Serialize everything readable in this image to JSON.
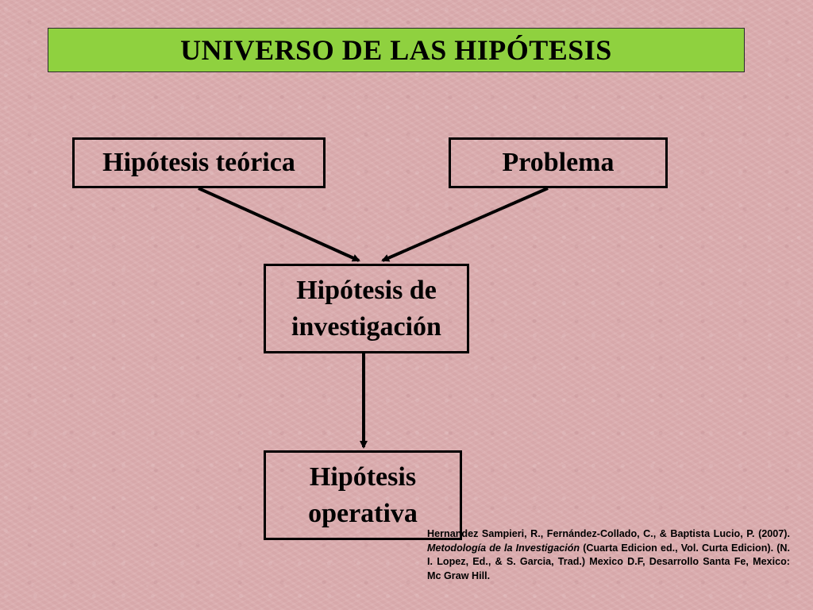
{
  "title": "UNIVERSO DE LAS HIPÓTESIS",
  "nodes": {
    "hipotesis_teorica": "Hipótesis teórica",
    "problema": "Problema",
    "hipotesis_investigacion": "Hipótesis de\ninvestigación",
    "hipotesis_operativa": "Hipótesis\noperativa"
  },
  "edges": [
    {
      "from": "Hipótesis teórica",
      "to": "Hipótesis de investigación"
    },
    {
      "from": "Problema",
      "to": "Hipótesis de investigación"
    },
    {
      "from": "Hipótesis de investigación",
      "to": "Hipótesis operativa"
    }
  ],
  "citation": {
    "before": "Hernandez Sampieri, R., Fernández-Collado, C., & Baptista Lucio, P. (2007). ",
    "book_title": "Metodología de la Investigación",
    "after": " (Cuarta Edicion ed., Vol. Curta Edicion). (N. I. Lopez, Ed., & S. Garcia, Trad.) Mexico D.F, Desarrollo Santa Fe, Mexico: Mc Graw Hill."
  },
  "colors": {
    "title_fill": "#8fd13f",
    "background": "#dcaeb0",
    "stroke": "#000000"
  }
}
